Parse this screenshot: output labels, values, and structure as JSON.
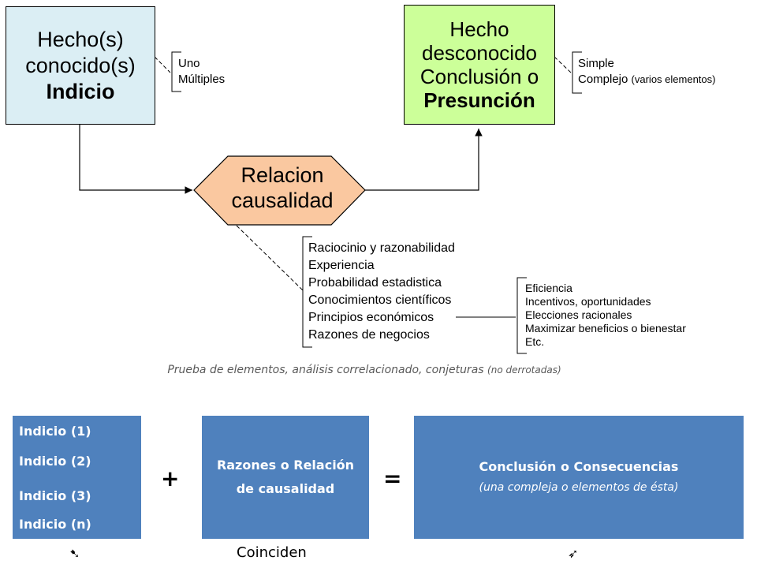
{
  "known_box": {
    "line1": "Hecho(s)",
    "line2": "conocido(s)",
    "line3": "Indicio",
    "color": "#dbeef4"
  },
  "known_types": [
    "Uno",
    "Múltiples"
  ],
  "unknown_box": {
    "line1": "Hecho",
    "line2": "desconocido",
    "line3": "Conclusión o",
    "line4": "Presunción",
    "color": "#ccff99"
  },
  "conclusion_types": {
    "simple": "Simple",
    "complex": "Complejo",
    "complex_note": "(varios elementos)"
  },
  "causality": {
    "line1": "Relacion",
    "line2": "causalidad",
    "color": "#fac8a0"
  },
  "reasoning_items": [
    "Raciocinio y razonabilidad",
    "Experiencia",
    "Probabilidad estadistica",
    "Conocimientos científicos",
    "Principios económicos",
    "Razones de negocios"
  ],
  "economic_items": [
    "Eficiencia",
    "Incentivos, oportunidades",
    "Elecciones racionales",
    "Maximizar beneficios o bienestar",
    "Etc."
  ],
  "caption": {
    "main": "Prueba de elementos, análisis correlacionado, conjeturas",
    "paren": "(no derrotadas)"
  },
  "equation": {
    "indicios": [
      "Indicio (1)",
      "Indicio (2)",
      "Indicio (3)",
      "Indicio (n)"
    ],
    "plus": "+",
    "reasons_line1": "Razones o Relación",
    "reasons_line2": "de causalidad",
    "equals": "=",
    "conclusion_title": "Conclusión o Consecuencias",
    "conclusion_sub": "(una compleja o elementos de ésta)",
    "box_color": "#4f81bd"
  },
  "footer": {
    "left_symbol": "➷",
    "label": "Coinciden",
    "right_symbol": "➶"
  }
}
